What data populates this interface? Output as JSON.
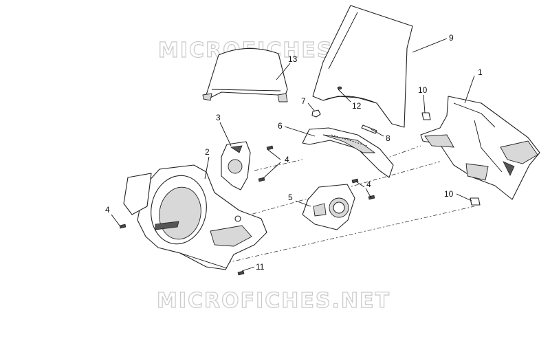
{
  "watermark": {
    "top": "MICROFICHES.NET",
    "bottom": "MICROFICHES.NET"
  },
  "callouts": [
    {
      "id": "c1",
      "label": "1"
    },
    {
      "id": "c2",
      "label": "2"
    },
    {
      "id": "c3",
      "label": "3"
    },
    {
      "id": "c4a",
      "label": "4"
    },
    {
      "id": "c4b",
      "label": "4"
    },
    {
      "id": "c4c",
      "label": "4"
    },
    {
      "id": "c5",
      "label": "5"
    },
    {
      "id": "c6",
      "label": "6"
    },
    {
      "id": "c7",
      "label": "7"
    },
    {
      "id": "c8",
      "label": "8"
    },
    {
      "id": "c9",
      "label": "9"
    },
    {
      "id": "c10a",
      "label": "10"
    },
    {
      "id": "c10b",
      "label": "10"
    },
    {
      "id": "c11",
      "label": "11"
    },
    {
      "id": "c12",
      "label": "12"
    },
    {
      "id": "c13",
      "label": "13"
    }
  ]
}
